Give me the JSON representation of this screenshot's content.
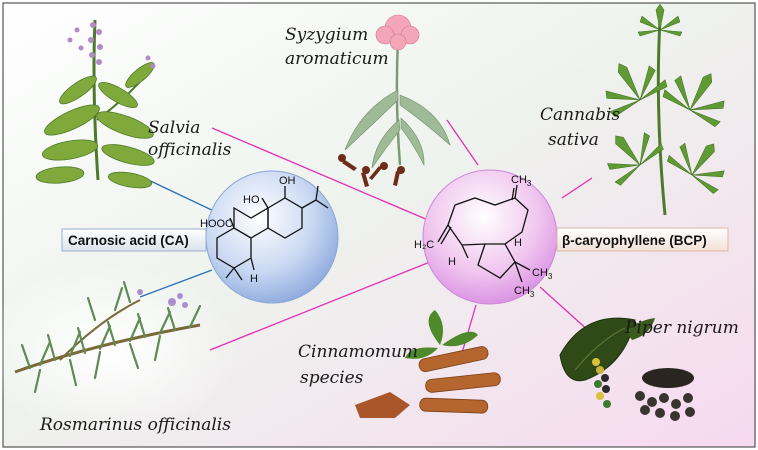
{
  "compounds": {
    "ca": {
      "label": "Carnosic acid (CA)",
      "atoms": {
        "oh_top": "OH",
        "ho": "HO",
        "hooc": "HOOC",
        "h": "H"
      }
    },
    "bcp": {
      "label": "β-caryophyllene (BCP)",
      "atoms": {
        "ch3_top": "CH",
        "h2c": "H₂C",
        "h": "H",
        "h_right": "H",
        "ch3_a": "CH",
        "ch3_b": "CH",
        "sub3": "3"
      }
    }
  },
  "plants": {
    "salvia": {
      "line1": "Salvia",
      "line2": "officinalis"
    },
    "syzygium": {
      "line1": "Syzygium",
      "line2": "aromaticum"
    },
    "cannabis": {
      "line1": "Cannabis",
      "line2": "sativa"
    },
    "rosmarinus": {
      "line1": "Rosmarinus officinalis"
    },
    "cinnamomum": {
      "line1": "Cinnamomum",
      "line2": "species"
    },
    "piper": {
      "line1": "Piper nigrum"
    }
  },
  "colors": {
    "ca_link": "#2e6fb5",
    "bcp_link": "#e62fb4",
    "ca_sphere": "#8fb3e6",
    "bcp_sphere": "#e08fe6"
  }
}
